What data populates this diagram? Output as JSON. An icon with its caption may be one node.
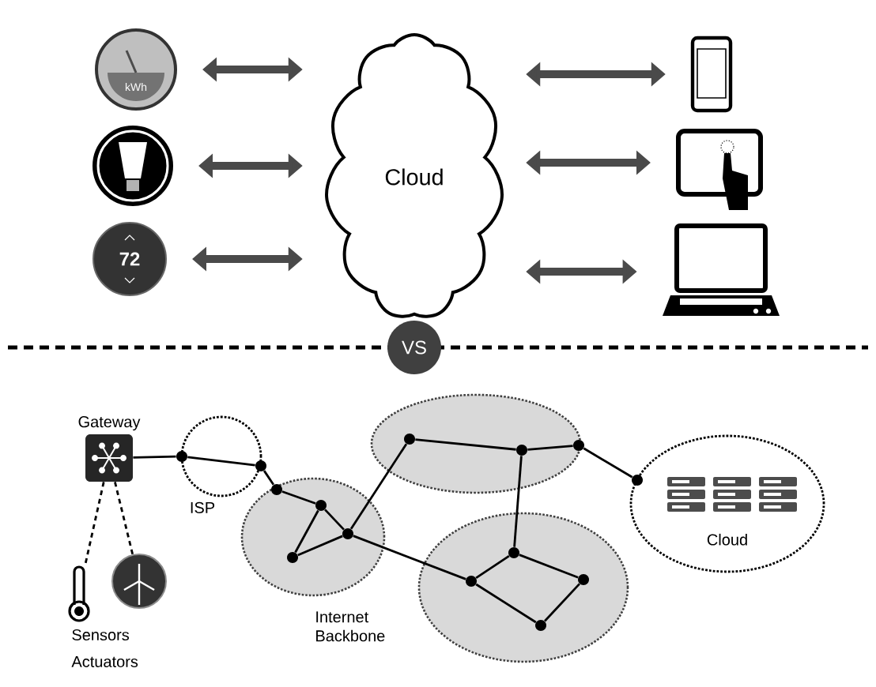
{
  "diagram": {
    "nodes": [
      {
        "text": [
          "kWh"
        ]
      },
      {
        "text": [],
        "shape": "picture"
      },
      {
        "text": [
          "72"
        ]
      },
      {
        "text": [
          "Cloud"
        ]
      },
      {
        "text": [],
        "shape": "picture"
      },
      {
        "text": [],
        "shape": "picture"
      },
      {
        "text": [],
        "shape": "laptop"
      },
      {
        "text": [
          "VS"
        ]
      },
      {
        "text": [
          "Gateway"
        ]
      },
      {
        "text": [],
        "shape": "picture"
      },
      {
        "text": [],
        "shape": "picture"
      },
      {
        "text": [
          "ISP"
        ]
      },
      {
        "text": [],
        "shape": "ellipse"
      },
      {
        "text": [],
        "shape": "ellipse"
      },
      {
        "text": [],
        "shape": "ellipse"
      },
      {
        "text": [
          "Cloud"
        ]
      },
      {
        "text": [],
        "shape": "circle",
        "in": 11
      },
      {
        "text": [],
        "shape": "circle",
        "in": 11
      },
      {
        "text": [],
        "shape": "circle",
        "in": 13
      },
      {
        "text": [],
        "shape": "circle",
        "in": 13
      },
      {
        "text": [],
        "shape": "circle",
        "in": 13
      },
      {
        "text": [],
        "shape": "circle",
        "in": 13
      },
      {
        "text": [],
        "shape": "circle",
        "in": 12
      },
      {
        "text": [],
        "shape": "circle",
        "in": 14
      },
      {
        "text": [],
        "shape": "circle",
        "in": 14
      },
      {
        "text": [],
        "shape": "circle",
        "in": 12
      },
      {
        "text": [],
        "shape": "circle",
        "in": 14
      },
      {
        "text": [],
        "shape": "circle",
        "in": 12
      },
      {
        "text": [],
        "shape": "circle",
        "in": 14
      },
      {
        "text": [],
        "shape": "circle",
        "in": 15
      }
    ],
    "edges": [
      {
        "from": 0,
        "to": 3,
        "arrow": "both",
        "style": "thick",
        "color": "#4a4a4a"
      },
      {
        "from": 1,
        "to": 3,
        "arrow": "both",
        "style": "thick",
        "color": "#4a4a4a"
      },
      {
        "from": 2,
        "to": 3,
        "arrow": "both",
        "style": "thick",
        "color": "#4a4a4a"
      },
      {
        "from": 3,
        "to": 4,
        "arrow": "both",
        "style": "thick",
        "color": "#4a4a4a"
      },
      {
        "from": 3,
        "to": 5,
        "arrow": "both",
        "style": "thick",
        "color": "#4a4a4a"
      },
      {
        "from": 3,
        "to": 6,
        "arrow": "both",
        "style": "thick",
        "color": "#4a4a4a"
      },
      {
        "from": 8,
        "to": 9,
        "arrow": "none",
        "style": "dashed"
      },
      {
        "from": 8,
        "to": 10,
        "arrow": "none",
        "style": "dashed"
      },
      {
        "from": 8,
        "to": 16,
        "arrow": "none"
      },
      {
        "from": 16,
        "to": 17,
        "arrow": "none"
      },
      {
        "from": 17,
        "to": 18,
        "arrow": "none"
      },
      {
        "from": 18,
        "to": 20,
        "arrow": "none"
      },
      {
        "from": 20,
        "to": 19,
        "arrow": "none"
      },
      {
        "from": 19,
        "to": 21,
        "arrow": "none"
      },
      {
        "from": 20,
        "to": 21,
        "arrow": "none"
      },
      {
        "from": 21,
        "to": 22,
        "arrow": "none"
      },
      {
        "from": 21,
        "to": 23,
        "arrow": "none"
      },
      {
        "from": 22,
        "to": 25,
        "arrow": "none"
      },
      {
        "from": 25,
        "to": 24,
        "arrow": "none"
      },
      {
        "from": 25,
        "to": 27,
        "arrow": "none"
      },
      {
        "from": 27,
        "to": 29,
        "arrow": "none"
      },
      {
        "from": 24,
        "to": 23,
        "arrow": "none"
      },
      {
        "from": 24,
        "to": 28,
        "arrow": "none"
      },
      {
        "from": 23,
        "to": 26,
        "arrow": "none"
      },
      {
        "from": 26,
        "to": 28,
        "arrow": "none"
      }
    ],
    "labels": [
      "Sensors",
      "Actuators",
      "Internet Backbone"
    ]
  }
}
